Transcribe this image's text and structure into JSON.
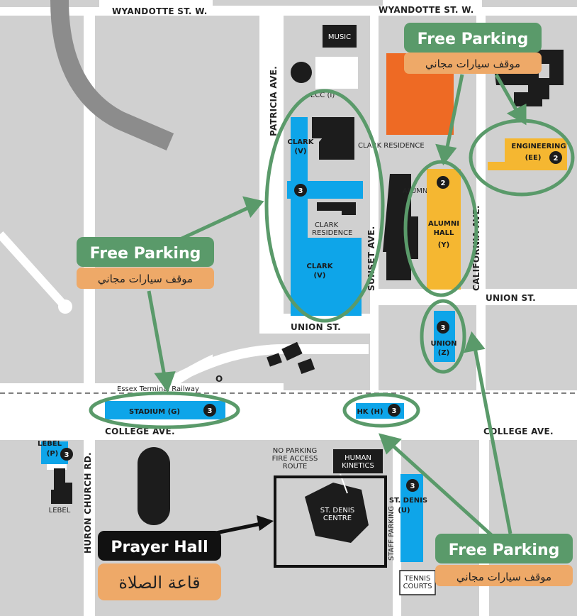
{
  "streets": {
    "wyandotte_w": "WYANDOTTE ST. W.",
    "wyandotte_e": "WYANDOTTE ST. W.",
    "patricia": "PATRICIA AVE.",
    "sunset": "SUNSET AVE.",
    "california": "CALIFORNIA AVE.",
    "union_center": "UNION ST.",
    "union_right": "UNION ST.",
    "college_left": "COLLEGE AVE.",
    "college_right": "COLLEGE AVE.",
    "huron": "HURON CHURCH RD.",
    "railway": "Essex Terminal Railway"
  },
  "buildings": {
    "music": "MUSIC",
    "ecc": "ECC (I)",
    "clark_residence_top": "CLARK RESIDENCE",
    "clark_residence_mid": "CLARK RESIDENCE",
    "alumni_hall_small": "ALUMNI HALL",
    "human_kinetics": "HUMAN KINETICS",
    "st_denis_centre": "ST. DENIS CENTRE",
    "tennis_courts": "TENNIS COURTS",
    "lebel_building": "LEBEL",
    "no_parking": "NO PARKING",
    "fire_access": "FIRE ACCESS",
    "route": "ROUTE",
    "staff_parking": "STAFF PARKING"
  },
  "lots": {
    "clark_top_name": "CLARK",
    "clark_top_code": "(V)",
    "clark_bottom_name": "CLARK",
    "clark_bottom_code": "(V)",
    "clark_number": "3",
    "engineering_name": "ENGINEERING",
    "engineering_code": "(EE)",
    "engineering_number": "2",
    "alumni_name": "ALUMNI",
    "alumni_name2": "HALL",
    "alumni_code": "(Y)",
    "alumni_number": "2",
    "union_name": "UNION",
    "union_code": "(Z)",
    "union_number": "3",
    "stadium_label": "STADIUM (G)",
    "stadium_number": "3",
    "hk_label": "HK (H)",
    "hk_number": "3",
    "st_denis_name": "ST. DENIS",
    "st_denis_code": "(U)",
    "st_denis_number": "3",
    "lebel_name": "LEBEL",
    "lebel_code": "(P)",
    "lebel_number": "3"
  },
  "callouts": {
    "top_right_en": "Free Parking",
    "top_right_ar": "موقف سيارات مجاني",
    "left_en": "Free Parking",
    "left_ar": "موقف سيارات مجاني",
    "bottom_right_en": "Free Parking",
    "bottom_right_ar": "موقف سيارات مجاني",
    "prayer_en": "Prayer Hall",
    "prayer_ar": "قاعة الصلاة"
  },
  "colors": {
    "road": "#ffffff",
    "block": "#d0d0d0",
    "parking_lot": "#0ea5e9",
    "permit_lot": "#f5b731",
    "building": "#1c1c1c",
    "highlight_building": "#ee6a24",
    "annotation_green": "#5a9a6a",
    "callout_green": "#5a9a6a",
    "callout_orange": "#eea968"
  }
}
